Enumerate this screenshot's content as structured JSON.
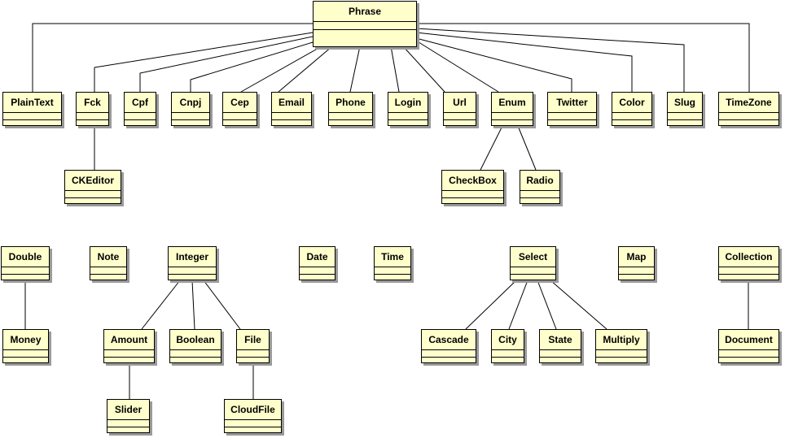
{
  "diagram": {
    "classes": {
      "phrase": "Phrase",
      "plaintext": "PlainText",
      "fck": "Fck",
      "cpf": "Cpf",
      "cnpj": "Cnpj",
      "cep": "Cep",
      "email": "Email",
      "phone": "Phone",
      "login": "Login",
      "url": "Url",
      "enum": "Enum",
      "twitter": "Twitter",
      "color": "Color",
      "slug": "Slug",
      "timezone": "TimeZone",
      "ckeditor": "CKEditor",
      "checkbox": "CheckBox",
      "radio": "Radio",
      "double": "Double",
      "note": "Note",
      "integer": "Integer",
      "date": "Date",
      "time": "Time",
      "select": "Select",
      "map": "Map",
      "collection": "Collection",
      "money": "Money",
      "amount": "Amount",
      "boolean": "Boolean",
      "file": "File",
      "cascade": "Cascade",
      "city": "City",
      "state": "State",
      "multiply": "Multiply",
      "document": "Document",
      "slider": "Slider",
      "cloudfile": "CloudFile"
    }
  }
}
